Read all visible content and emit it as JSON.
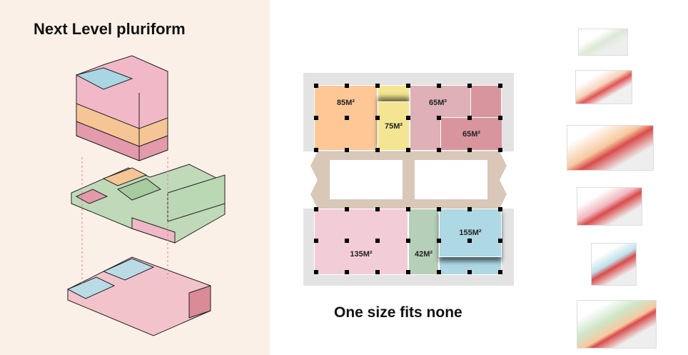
{
  "left_panel": {
    "title": "Next Level pluriform"
  },
  "floor_plan": {
    "caption": "One size fits none",
    "rooms": [
      {
        "label": "85M²",
        "color": "#fdc896"
      },
      {
        "label": "75M²",
        "color": "#f4e592"
      },
      {
        "label": "65M²",
        "color": "#dfb0b6"
      },
      {
        "label": "65M²",
        "color": "#d9959d"
      },
      {
        "label": "135M²",
        "color": "#f2cdd7"
      },
      {
        "label": "42M²",
        "color": "#b6cfb8"
      },
      {
        "label": "155M²",
        "color": "#add8e4"
      }
    ],
    "corridor_color": "#d9c8b8",
    "band_color": "#e3e3e3"
  }
}
